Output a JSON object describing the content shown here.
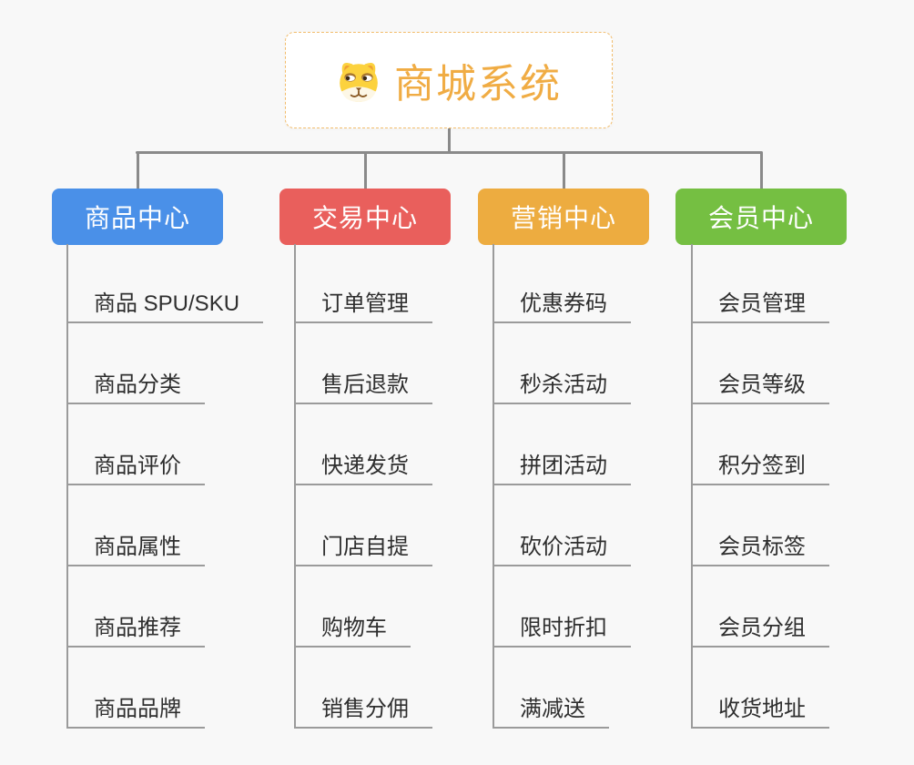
{
  "root": {
    "title": "商城系统",
    "title_color": "#f0ac44",
    "border_color": "#f2bc6b",
    "icon": "dog-face-icon"
  },
  "colors": {
    "background": "#f8f8f8",
    "connector": "#8a8a8a",
    "underline": "#9b9b9b",
    "item_text": "#2e2e2e"
  },
  "branches": [
    {
      "label": "商品中心",
      "color": "#4a90e8",
      "items": [
        "商品 SPU/SKU",
        "商品分类",
        "商品评价",
        "商品属性",
        "商品推荐",
        "商品品牌"
      ]
    },
    {
      "label": "交易中心",
      "color": "#e95f5c",
      "items": [
        "订单管理",
        "售后退款",
        "快递发货",
        "门店自提",
        "购物车",
        "销售分佣"
      ]
    },
    {
      "label": "营销中心",
      "color": "#edac40",
      "items": [
        "优惠券码",
        "秒杀活动",
        "拼团活动",
        "砍价活动",
        "限时折扣",
        "满减送"
      ]
    },
    {
      "label": "会员中心",
      "color": "#75bf42",
      "items": [
        "会员管理",
        "会员等级",
        "积分签到",
        "会员标签",
        "会员分组",
        "收货地址"
      ]
    }
  ]
}
